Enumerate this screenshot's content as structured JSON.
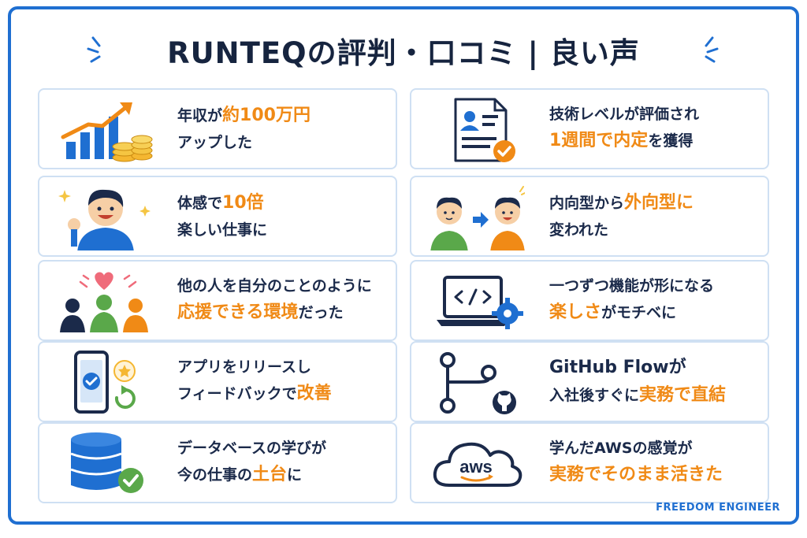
{
  "title": "RUNTEQの評判・口コミ | 良い声",
  "brand": "FREEDOM ENGINEER",
  "colors": {
    "accent_blue": "#1f6fd1",
    "highlight_orange": "#f08a16",
    "text_navy": "#1b2a4a"
  },
  "cards": [
    {
      "icon": "growth-chart-coins-icon",
      "l1a": "年収が",
      "l1b": "約100万円",
      "l2a": "アップした"
    },
    {
      "icon": "profile-document-check-icon",
      "l1a": "技術レベルが評価され",
      "l2b": "1週間で内定",
      "l2c": "を獲得"
    },
    {
      "icon": "happy-person-icon",
      "l1a": "体感で",
      "l1b": "10倍",
      "l2a": "楽しい仕事に"
    },
    {
      "icon": "person-transformation-icon",
      "l1a": "内向型から",
      "l1b": "外向型に",
      "l2a": "変われた"
    },
    {
      "icon": "community-heart-icon",
      "l1a": "他の人を自分のことのように",
      "l2b": "応援できる環境",
      "l2c": "だった"
    },
    {
      "icon": "laptop-code-gear-icon",
      "l1a": "一つずつ機能が形になる",
      "l2b": "楽しさ",
      "l2c": "がモチベに"
    },
    {
      "icon": "smartphone-release-icon",
      "l1a": "アプリをリリースし",
      "l2a": "フィードバックで",
      "l2b": "改善"
    },
    {
      "icon": "git-flow-icon",
      "l1a": "GitHub Flowが",
      "l2a": "入社後すぐに",
      "l2b": "実務で直結"
    },
    {
      "icon": "database-check-icon",
      "l1a": "データベースの学びが",
      "l2a": "今の仕事の",
      "l2b": "土台",
      "l2c": "に"
    },
    {
      "icon": "aws-cloud-icon",
      "icon_label": "aws",
      "l1a": "学んだAWSの感覚が",
      "l2b": "実務でそのまま活きた"
    }
  ]
}
